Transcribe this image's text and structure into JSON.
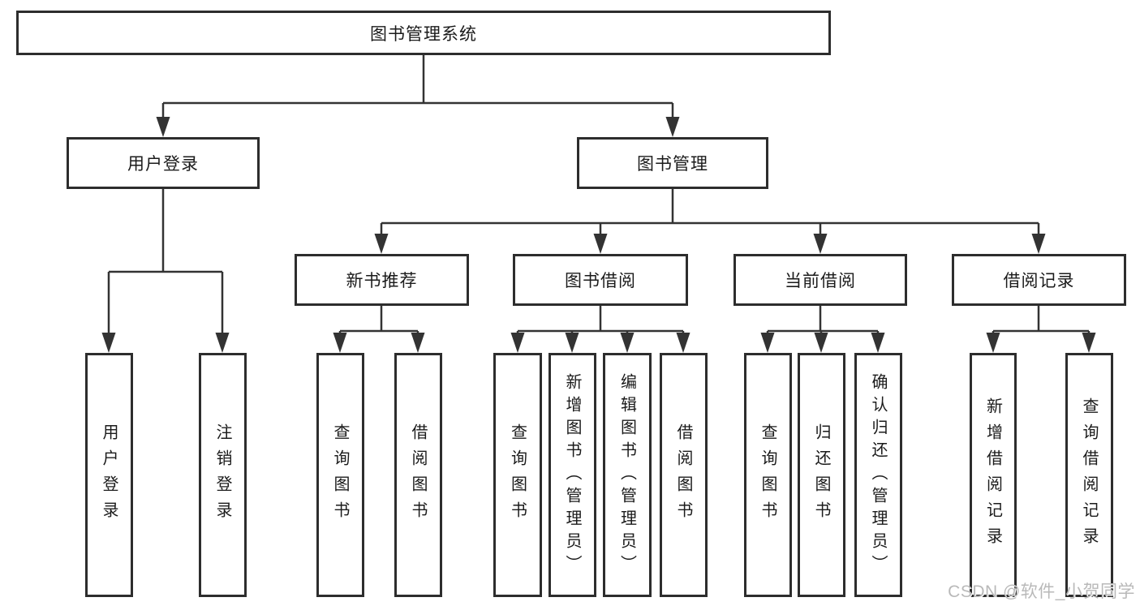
{
  "diagram": {
    "title_hint": "library management system function structure diagram",
    "root": {
      "label": "图书管理系统"
    },
    "branches": [
      {
        "label": "用户登录",
        "children": [
          {
            "label": "用户登录"
          },
          {
            "label": "注销登录"
          }
        ]
      },
      {
        "label": "图书管理",
        "children": [
          {
            "label": "新书推荐",
            "children": [
              {
                "label": "查询图书"
              },
              {
                "label": "借阅图书"
              }
            ]
          },
          {
            "label": "图书借阅",
            "children": [
              {
                "label": "查询图书"
              },
              {
                "label": "新增图书（管理员）"
              },
              {
                "label": "编辑图书（管理员）"
              },
              {
                "label": "借阅图书"
              }
            ]
          },
          {
            "label": "当前借阅",
            "children": [
              {
                "label": "查询图书"
              },
              {
                "label": "归还图书"
              },
              {
                "label": "确认归还（管理员）"
              }
            ]
          },
          {
            "label": "借阅记录",
            "children": [
              {
                "label": "新增借阅记录"
              },
              {
                "label": "查询借阅记录"
              }
            ]
          }
        ]
      }
    ],
    "watermark": "CSDN @软件_小贺同学",
    "colors": {
      "line": "#333333",
      "box_border": "#2d2d2d",
      "text": "#1b1b1b",
      "watermark": "#b9b9b9",
      "background": "#ffffff"
    }
  }
}
